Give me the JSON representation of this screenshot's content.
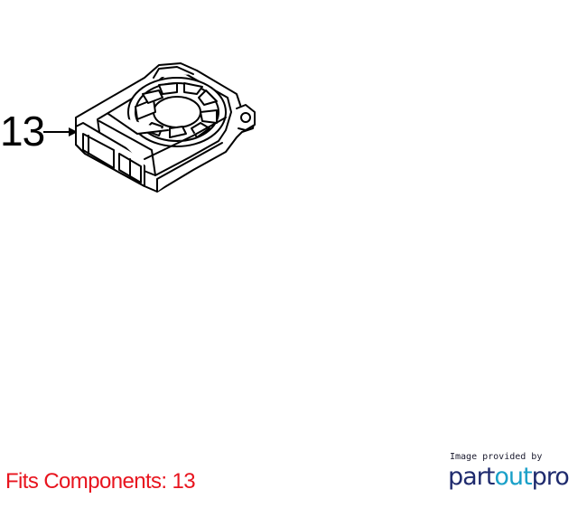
{
  "callout": {
    "label": "13"
  },
  "footer": {
    "fits_text": "Fits Components: 13"
  },
  "provider": {
    "caption": "Image provided by",
    "logo_part": "part",
    "logo_out": "out",
    "logo_pro": "pro",
    "colors": {
      "part": "#1f2b6e",
      "out": "#1aa0c8",
      "pro": "#1f2b6e"
    }
  },
  "colors": {
    "fits_text": "#e8141e",
    "line_art": "#000000",
    "background": "#ffffff"
  }
}
